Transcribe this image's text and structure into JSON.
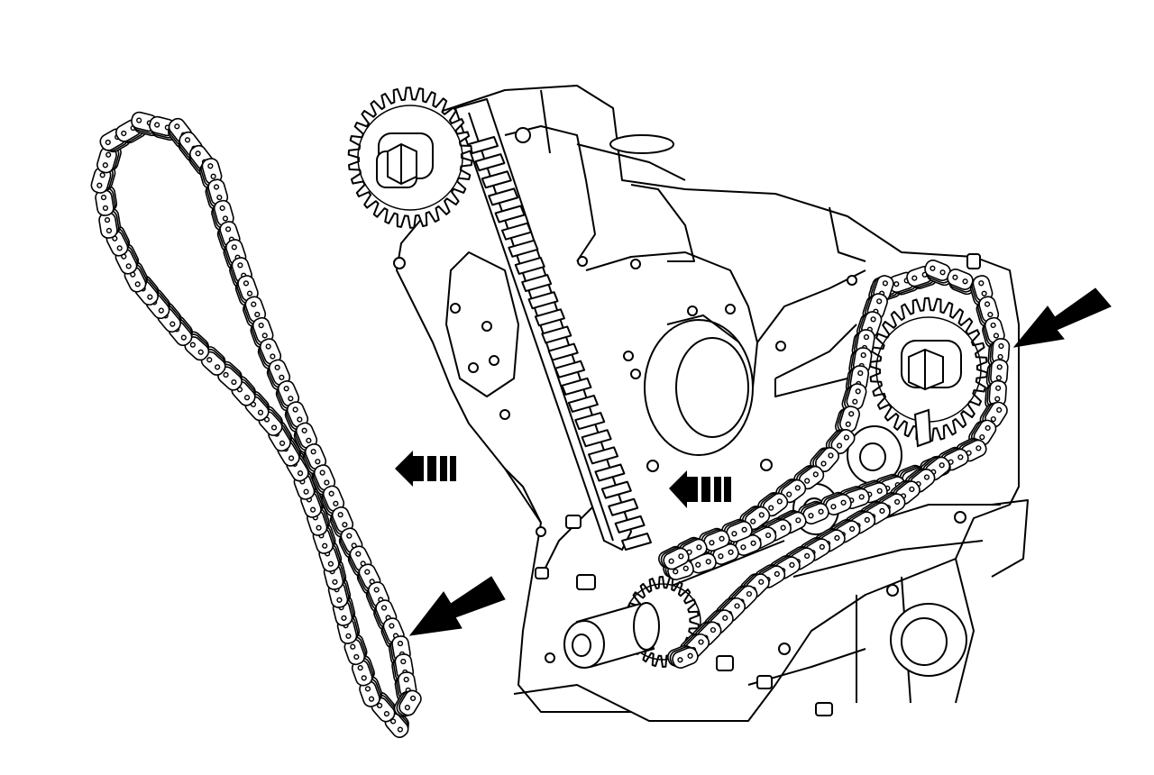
{
  "figure": {
    "kind": "technical line illustration",
    "background": "#ffffff",
    "line_color": "#000000",
    "callouts": [
      {
        "icon": "solid-arrow-icon",
        "direction": "down-left",
        "target": "camshaft-sprocket-chain"
      },
      {
        "icon": "solid-arrow-icon",
        "direction": "down-left",
        "target": "removed-timing-chain"
      },
      {
        "icon": "dashed-arrow-icon",
        "direction": "left",
        "target": "removed-timing-chain"
      },
      {
        "icon": "dashed-arrow-icon",
        "direction": "left",
        "target": "chain-guide"
      }
    ]
  }
}
